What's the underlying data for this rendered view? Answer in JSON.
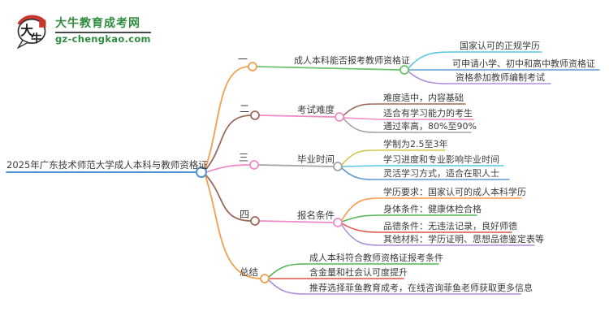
{
  "palette": {
    "blue": "#4f93d4",
    "blue2": "#5d9bd5",
    "orange": "#f0a04f",
    "orange2": "#f59c48",
    "brown": "#9c6a5c",
    "pink": "#ee8ac8",
    "pink2": "#f28cbe",
    "gray": "#a3a3a3",
    "green": "#6cc26c",
    "green2": "#53b553",
    "cyan": "#55c8de",
    "purple": "#ab90d8",
    "olive": "#d2c94f",
    "red": "#dd5248",
    "text": "#3c3c3c",
    "logo_green": "#2f8c3f",
    "seal_red": "#c4392b"
  },
  "logo": {
    "icon_char_1": "大",
    "icon_char_2": "牛",
    "title": "大牛教育成考网",
    "domain": "gz-chengkao.com"
  },
  "root": {
    "label": "2025年广东技术师范大学成人本科与教师资格证"
  },
  "branches": [
    {
      "index": "一",
      "topic": "成人本科能否报考教师资格证",
      "children": [
        {
          "label": "国家认可的正规学历"
        },
        {
          "label": "可申请小学、初中和高中教师资格证"
        },
        {
          "label": "资格参加教师编制考试"
        }
      ]
    },
    {
      "index": "二",
      "topic": "考试难度",
      "children": [
        {
          "label": "难度适中，内容基础"
        },
        {
          "label": "适合有学习能力的考生"
        },
        {
          "label": "通过率高，80%至90%"
        }
      ]
    },
    {
      "index": "三",
      "topic": "毕业时间",
      "children": [
        {
          "label": "学制为2.5至3年"
        },
        {
          "label": "学习进度和专业影响毕业时间"
        },
        {
          "label": "灵活学习方式，适合在职人士"
        }
      ]
    },
    {
      "index": "四",
      "topic": "报名条件",
      "children": [
        {
          "label": "学历要求：国家认可的成人本科学历"
        },
        {
          "label": "身体条件：健康体检合格"
        },
        {
          "label": "品德条件：无违法记录，良好师德"
        },
        {
          "label": "其他材料：学历证明、思想品德鉴定表等"
        }
      ]
    },
    {
      "index": "总结",
      "children": [
        {
          "label": "成人本科符合教师资格证报考条件"
        },
        {
          "label": "含金量和社会认可度提升"
        },
        {
          "label": "推荐选择菲鱼教育成考，在线咨询菲鱼老师获取更多信息"
        }
      ]
    }
  ]
}
